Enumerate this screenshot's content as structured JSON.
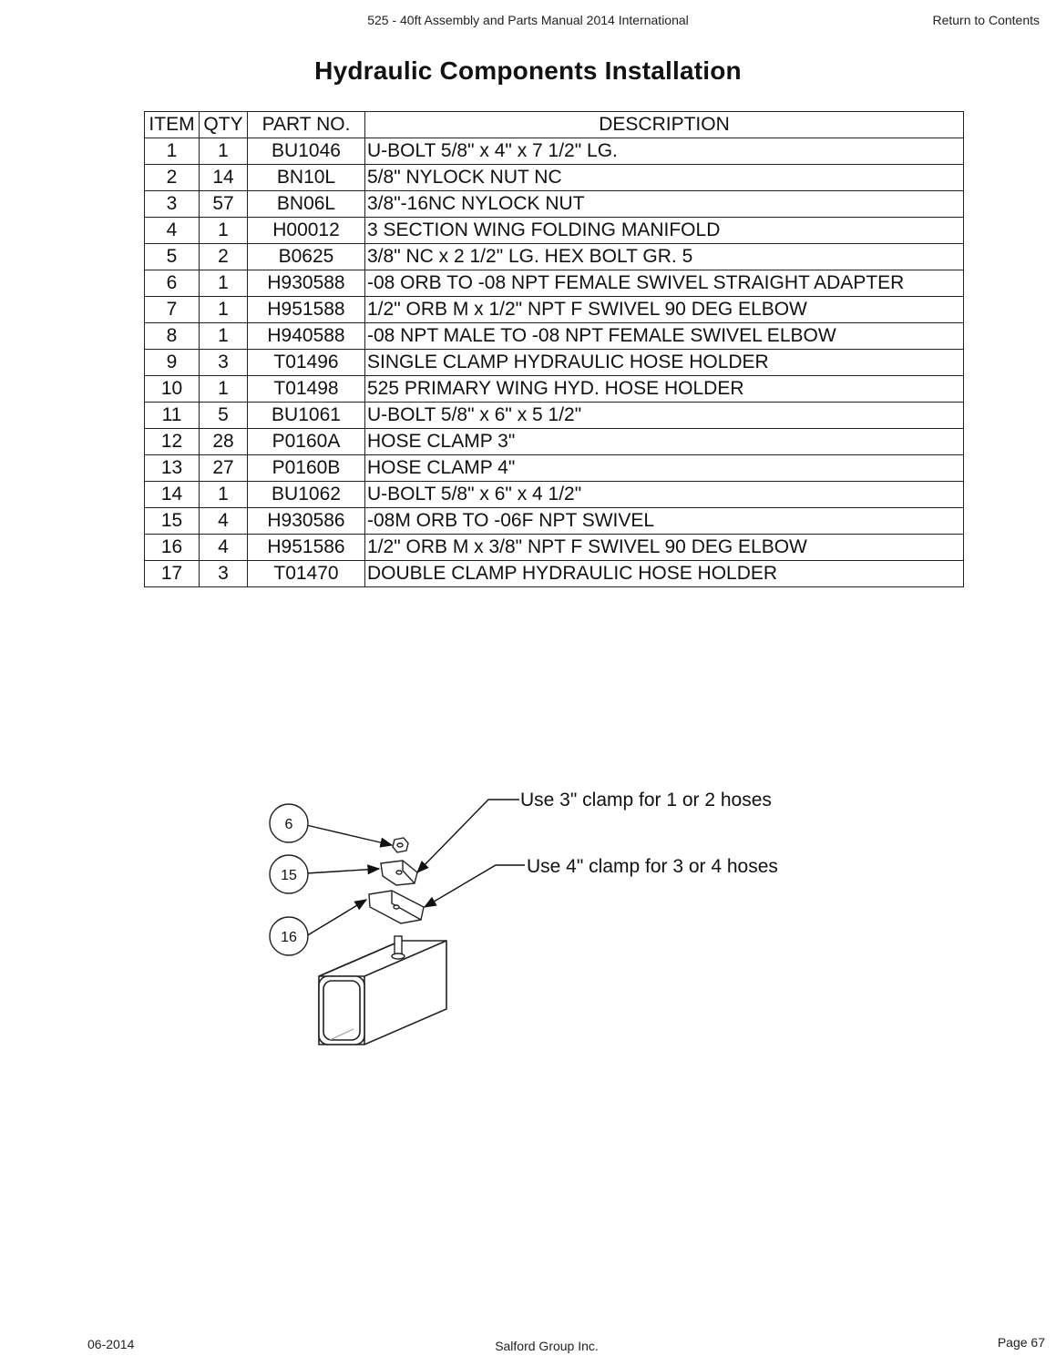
{
  "header": {
    "doc_title": "525 - 40ft Assembly and Parts Manual 2014 International",
    "return_link": "Return to Contents"
  },
  "page_title": "Hydraulic Components Installation",
  "parts_table": {
    "columns": [
      "ITEM",
      "QTY",
      "PART NO.",
      "DESCRIPTION"
    ],
    "rows": [
      {
        "item": "1",
        "qty": "1",
        "part": "BU1046",
        "desc": "U-BOLT 5/8\" x 4\" x 7 1/2\" LG."
      },
      {
        "item": "2",
        "qty": "14",
        "part": "BN10L",
        "desc": "5/8\" NYLOCK NUT NC"
      },
      {
        "item": "3",
        "qty": "57",
        "part": "BN06L",
        "desc": "3/8\"-16NC NYLOCK NUT"
      },
      {
        "item": "4",
        "qty": "1",
        "part": "H00012",
        "desc": "3 SECTION WING FOLDING MANIFOLD"
      },
      {
        "item": "5",
        "qty": "2",
        "part": "B0625",
        "desc": "3/8\" NC x 2 1/2\" LG. HEX BOLT GR. 5"
      },
      {
        "item": "6",
        "qty": "1",
        "part": "H930588",
        "desc": "-08 ORB TO -08 NPT FEMALE SWIVEL STRAIGHT ADAPTER"
      },
      {
        "item": "7",
        "qty": "1",
        "part": "H951588",
        "desc": "1/2\" ORB M x 1/2\" NPT F SWIVEL 90 DEG ELBOW"
      },
      {
        "item": "8",
        "qty": "1",
        "part": "H940588",
        "desc": "-08 NPT MALE TO -08 NPT FEMALE SWIVEL ELBOW"
      },
      {
        "item": "9",
        "qty": "3",
        "part": "T01496",
        "desc": "SINGLE CLAMP HYDRAULIC HOSE HOLDER"
      },
      {
        "item": "10",
        "qty": "1",
        "part": "T01498",
        "desc": "525 PRIMARY WING HYD. HOSE HOLDER"
      },
      {
        "item": "11",
        "qty": "5",
        "part": "BU1061",
        "desc": "U-BOLT 5/8\" x 6\" x 5 1/2\""
      },
      {
        "item": "12",
        "qty": "28",
        "part": "P0160A",
        "desc": "HOSE CLAMP 3\""
      },
      {
        "item": "13",
        "qty": "27",
        "part": "P0160B",
        "desc": "HOSE CLAMP 4\""
      },
      {
        "item": "14",
        "qty": "1",
        "part": "BU1062",
        "desc": "U-BOLT 5/8\" x 6\" x 4 1/2\""
      },
      {
        "item": "15",
        "qty": "4",
        "part": "H930586",
        "desc": "-08M ORB TO -06F NPT SWIVEL"
      },
      {
        "item": "16",
        "qty": "4",
        "part": "H951586",
        "desc": "1/2\" ORB M x 3/8\" NPT F SWIVEL 90 DEG ELBOW"
      },
      {
        "item": "17",
        "qty": "3",
        "part": "T01470",
        "desc": "DOUBLE CLAMP HYDRAULIC HOSE HOLDER"
      }
    ]
  },
  "diagram": {
    "balloons": [
      "6",
      "15",
      "16"
    ],
    "note_3in": "Use 3\" clamp for 1 or 2 hoses",
    "note_4in": "Use 4\" clamp for 3 or 4 hoses"
  },
  "footer": {
    "date": "06-2014",
    "company": "Salford Group Inc.",
    "page": "Page 67"
  }
}
